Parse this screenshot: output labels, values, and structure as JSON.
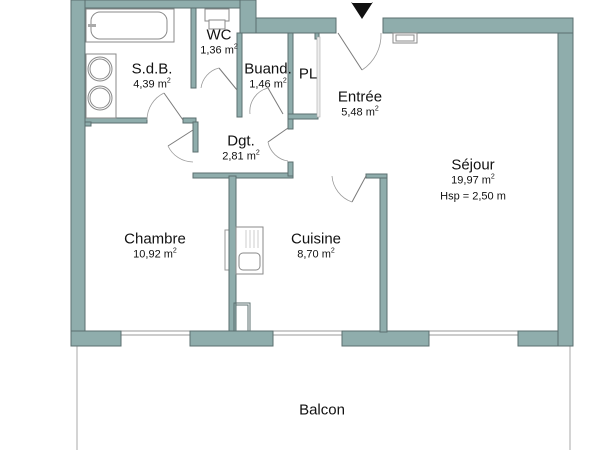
{
  "plan": {
    "colors": {
      "wall_fill": "#8fadac",
      "wall_stroke": "#5b6f6f",
      "background": "#ffffff"
    },
    "entrance_marker": "entrance-arrow",
    "rooms": [
      {
        "id": "sdb",
        "name": "S.d.B.",
        "area": "4,39",
        "unit": "m",
        "unit_exp": "2"
      },
      {
        "id": "wc",
        "name": "WC",
        "area": "1,36",
        "unit": "m",
        "unit_exp": "2"
      },
      {
        "id": "buanderie",
        "name": "Buand.",
        "area": "1,46",
        "unit": "m",
        "unit_exp": "2"
      },
      {
        "id": "placard",
        "name": "PL"
      },
      {
        "id": "entree",
        "name": "Entrée",
        "area": "5,48",
        "unit": "m",
        "unit_exp": "2"
      },
      {
        "id": "degagement",
        "name": "Dgt.",
        "area": "2,81",
        "unit": "m",
        "unit_exp": "2"
      },
      {
        "id": "sejour",
        "name": "Séjour",
        "area": "19,97",
        "unit": "m",
        "unit_exp": "2",
        "extra": "Hsp = 2,50 m"
      },
      {
        "id": "chambre",
        "name": "Chambre",
        "area": "10,92",
        "unit": "m",
        "unit_exp": "2"
      },
      {
        "id": "cuisine",
        "name": "Cuisine",
        "area": "8,70",
        "unit": "m",
        "unit_exp": "2"
      },
      {
        "id": "balcon",
        "name": "Balcon"
      }
    ]
  }
}
